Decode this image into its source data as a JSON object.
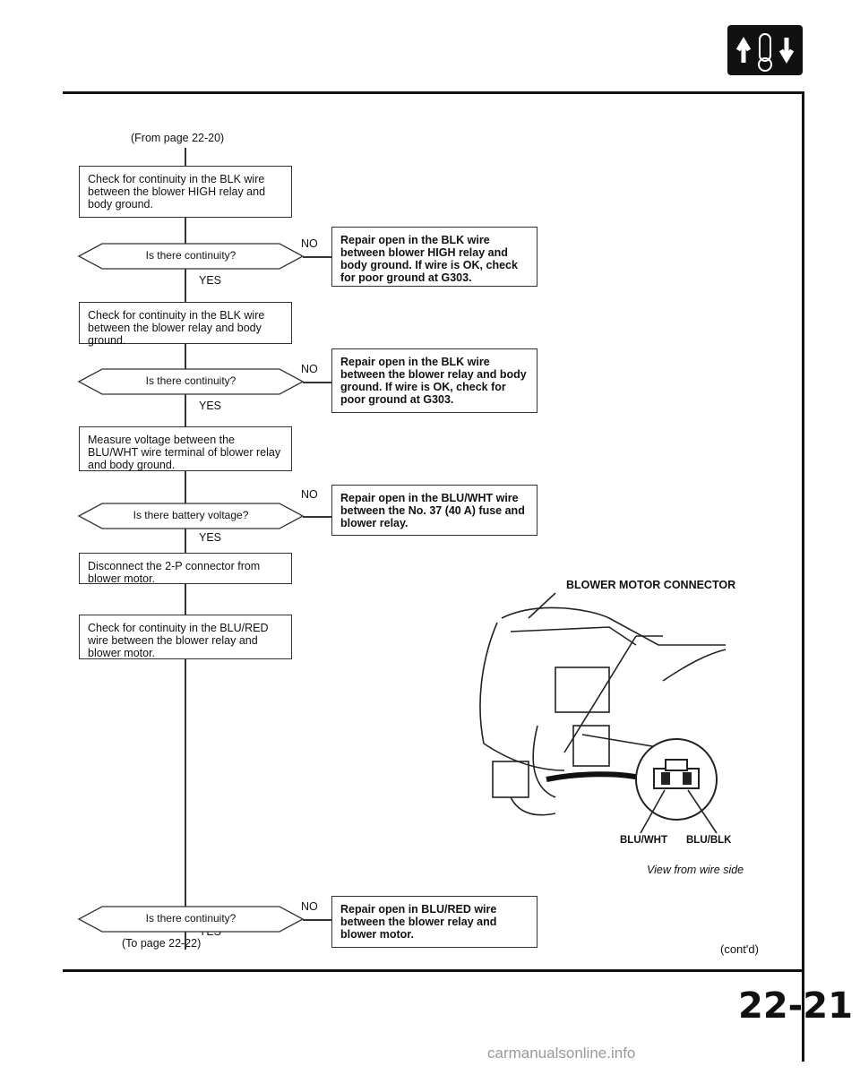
{
  "header": {
    "icon": "temperature-blower-icon"
  },
  "from_page": "(From page 22-20)",
  "to_page": "(To page 22-22)",
  "yes_label": "YES",
  "no_label": "NO",
  "steps": [
    "Check for continuity in the BLK wire between the blower HIGH relay and body ground.",
    "Check for continuity in the BLK wire between the blower relay and body ground.",
    "Measure voltage between the BLU/WHT wire terminal of blower relay and body ground.",
    "Disconnect the 2-P connector from blower motor.",
    "Check for continuity in the BLU/RED wire between the blower relay and blower motor."
  ],
  "decisions": [
    "Is there continuity?",
    "Is there continuity?",
    "Is there battery voltage?",
    "Is there continuity?"
  ],
  "repairs": [
    "Repair open in the BLK wire between blower HIGH relay and body ground. If wire is OK, check for poor ground at G303.",
    "Repair open in the BLK wire between the blower relay and body ground. If wire is OK, check for poor ground at G303.",
    "Repair open in the BLU/WHT wire between the No. 37 (40 A) fuse and blower relay.",
    "Repair open in BLU/RED wire between the blower relay and blower motor."
  ],
  "diagram": {
    "title": "BLOWER MOTOR CONNECTOR",
    "terminal_left": "BLU/WHT",
    "terminal_right": "BLU/BLK",
    "caption": "View from wire side"
  },
  "contd": "(cont'd)",
  "page_number": "22-21",
  "watermark": "carmanualsonline.info"
}
